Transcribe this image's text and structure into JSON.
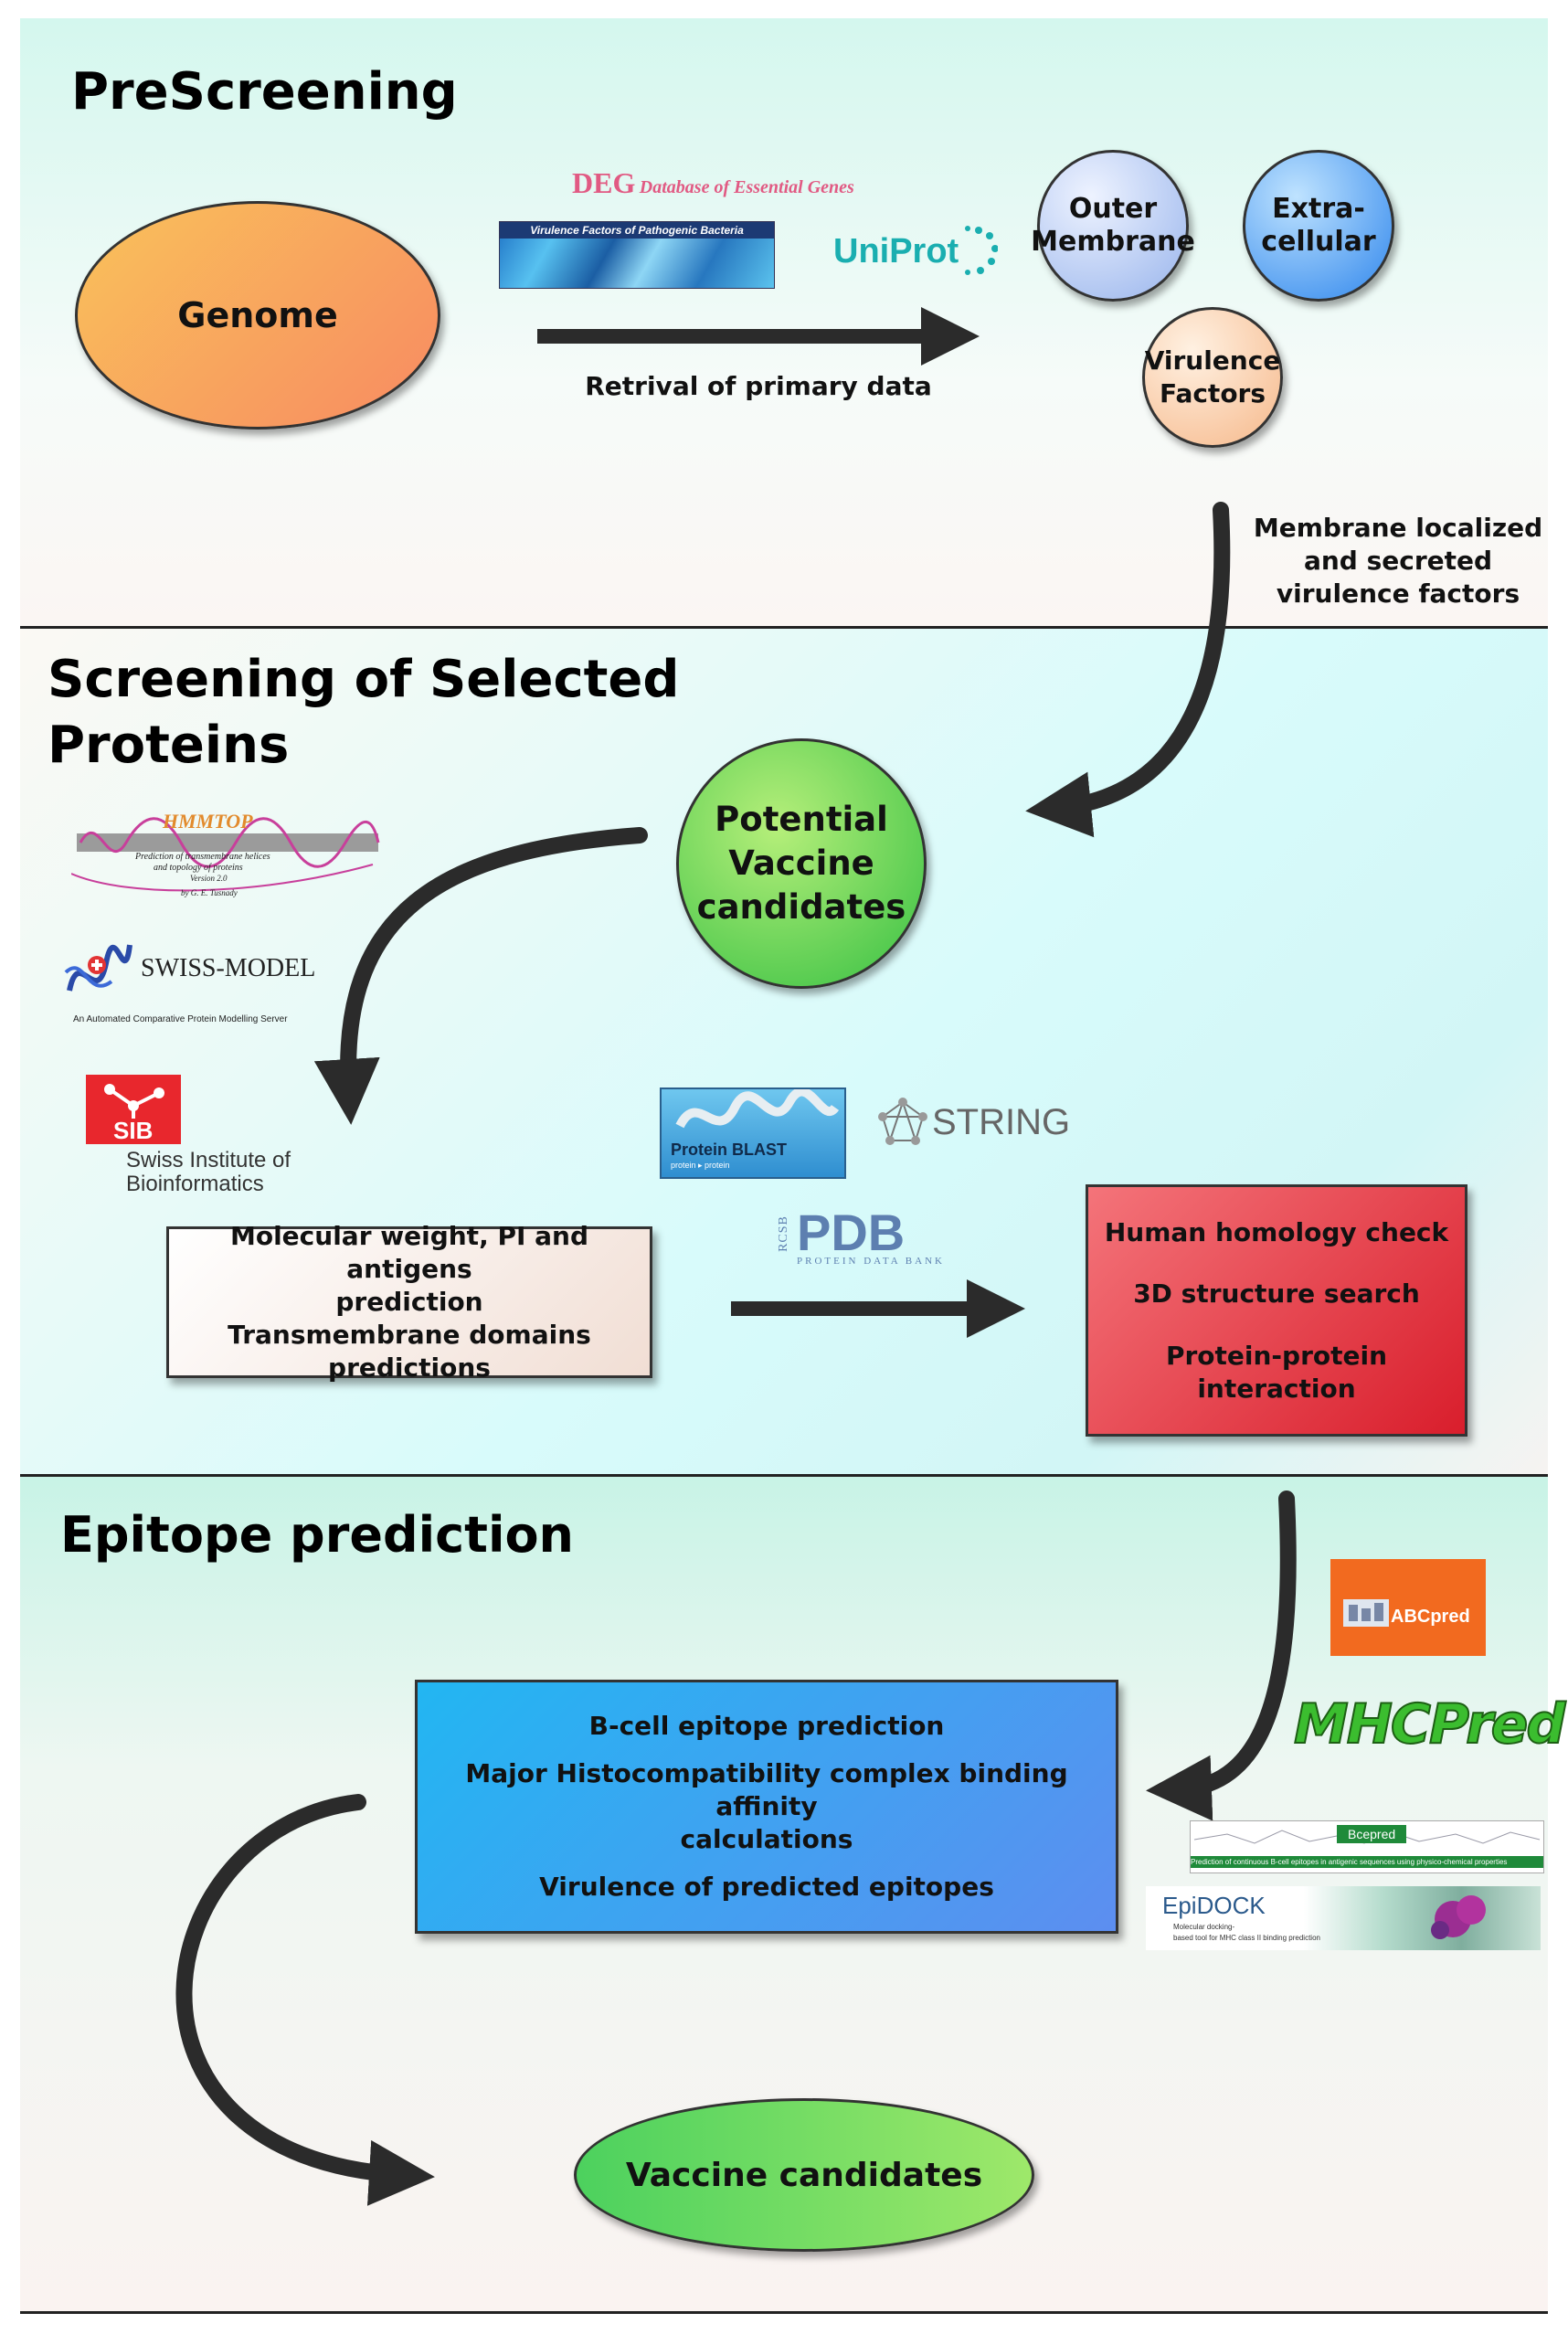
{
  "sections": {
    "prescreening": {
      "title": "PreScreening"
    },
    "screening": {
      "title_line1": "Screening of Selected",
      "title_line2": "Proteins"
    },
    "epitope": {
      "title": "Epitope prediction"
    }
  },
  "nodes": {
    "genome": "Genome",
    "outer_membrane_1": "Outer",
    "outer_membrane_2": "Membrane",
    "extracellular_1": "Extra-",
    "extracellular_2": "cellular",
    "virulence_1": "Virulence",
    "virulence_2": "Factors",
    "potential_1": "Potential",
    "potential_2": "Vaccine",
    "potential_3": "candidates",
    "vaccine_candidates": "Vaccine candidates"
  },
  "labels": {
    "retrieval": "Retrival of primary data",
    "membrane_1": "Membrane localized",
    "membrane_2": "and secreted",
    "membrane_3": "virulence factors"
  },
  "boxes": {
    "molecular": [
      "Molecular weight, PI and antigens",
      "prediction",
      "Transmembrane domains",
      "predictions"
    ],
    "homology": [
      "Human homology check",
      "3D structure search",
      "Protein-protein interaction"
    ],
    "epitope": [
      "B-cell epitope prediction",
      "Major Histocompatibility complex binding affinity",
      "calculations",
      "Virulence of predicted epitopes"
    ]
  },
  "logos": {
    "deg_main": "DEG",
    "deg_sub": "Database of Essential Genes",
    "vfdb": "Virulence Factors of Pathogenic Bacteria",
    "uniprot": "UniProt",
    "hmmtop": "HMMTOP",
    "hmmtop_sub1": "Prediction of transmembrane helices",
    "hmmtop_sub2": "and topology of proteins",
    "hmmtop_ver": "Version 2.0",
    "hmmtop_auth": "by G. E. Tusnady",
    "swissmodel": "SWISS-MODEL",
    "swissmodel_sub": "An Automated Comparative Protein Modelling Server",
    "sib": "SIB",
    "sib_1": "Swiss Institute of",
    "sib_2": "Bioinformatics",
    "blast": "Protein BLAST",
    "blast_sub": "protein ▸ protein",
    "string": "STRING",
    "rcsb": "RCSB",
    "pdb": "PDB",
    "pdb_sub": "PROTEIN DATA BANK",
    "abcpred": "ABCpred",
    "mhcpred": "MHCPred",
    "bcepred": "Bcepred",
    "bcepred_sub": "Prediction of continuous B-cell epitopes in antigenic sequences using physico-chemical properties",
    "epidock": "EpiDOCK",
    "epidock_sub1": "Molecular docking-",
    "epidock_sub2": "based tool for MHC class II binding prediction"
  },
  "colors": {
    "arrow": "#2b2b2b",
    "genome": "#f9a35c",
    "potential": "#5ed35e",
    "molecular_box": "#f5e8e0",
    "homology_box": "#e2313a",
    "epitope_box": "#3fa4f0"
  }
}
